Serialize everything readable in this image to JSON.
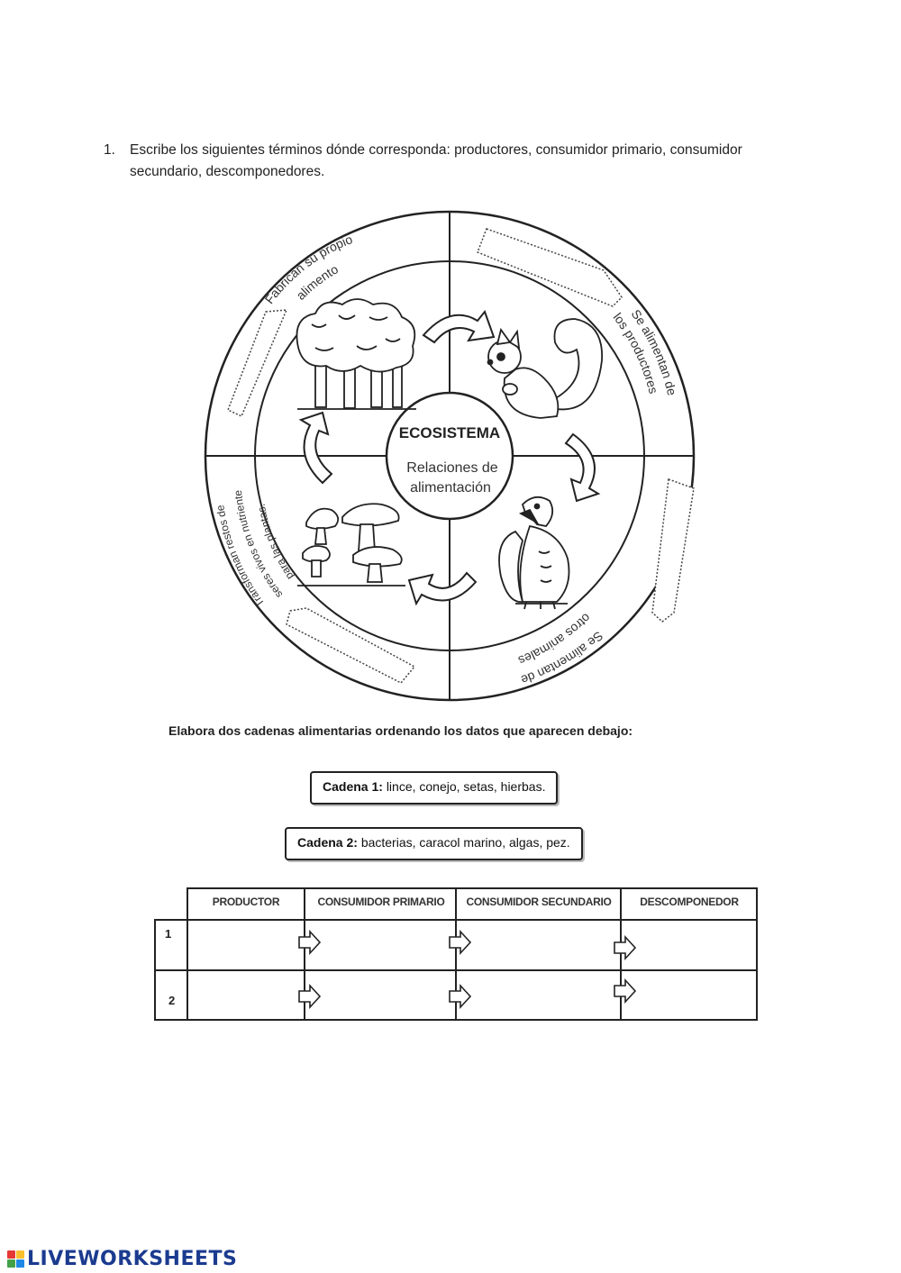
{
  "question": {
    "number": "1.",
    "text": "Escribe los siguientes términos dónde corresponda: productores, consumidor primario, consumidor secundario, descomponedores."
  },
  "diagram": {
    "center_title": "ECOSISTEMA",
    "center_line1": "Relaciones de",
    "center_line2": "alimentación",
    "sectors": {
      "top_left": {
        "line1": "Fabrican su propio",
        "line2": "alimento"
      },
      "top_right": {
        "line1": "Se alimentan de",
        "line2": "los productores"
      },
      "bottom_right": {
        "line1": "Se alimentan de",
        "line2": "otros animales"
      },
      "bottom_left": {
        "line1": "Transforman restos de",
        "line2": "seres vivos en nutrientes",
        "line3": "para las plantas."
      }
    },
    "icons": [
      "trees-icon",
      "squirrel-icon",
      "eagle-icon",
      "mushrooms-icon"
    ]
  },
  "instruction": "Elabora dos cadenas alimentarias ordenando los datos que aparecen debajo:",
  "chains": [
    {
      "label": "Cadena 1:",
      "items": "lince, conejo, setas, hierbas."
    },
    {
      "label": "Cadena 2:",
      "items": "bacterias, caracol marino, algas, pez."
    }
  ],
  "table": {
    "headers": [
      "PRODUCTOR",
      "CONSUMIDOR PRIMARIO",
      "CONSUMIDOR SECUNDARIO",
      "DESCOMPONEDOR"
    ],
    "rows": [
      {
        "label": "1",
        "cells": [
          "",
          "",
          "",
          ""
        ]
      },
      {
        "label": "2",
        "cells": [
          "",
          "",
          "",
          ""
        ]
      }
    ]
  },
  "footer": {
    "logo_text": "LIVEWORKSHEETS",
    "logo_colors": [
      "#e53935",
      "#fbc02d",
      "#43a047",
      "#1e88e5"
    ]
  }
}
